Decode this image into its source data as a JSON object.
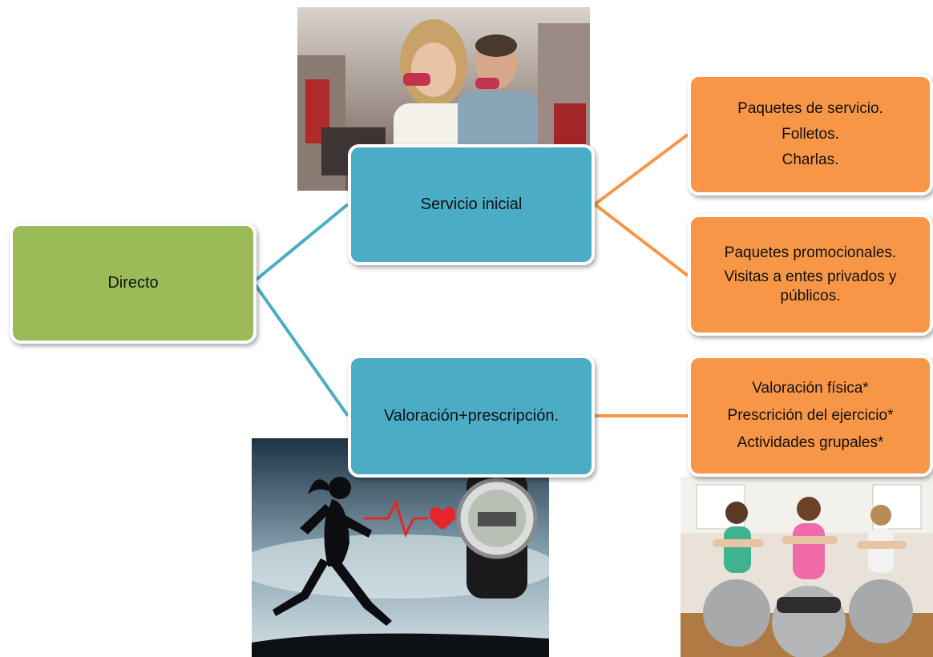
{
  "root": {
    "label": "Directo"
  },
  "level1": [
    {
      "label": "Servicio inicial"
    },
    {
      "label": "Valoración+prescripción."
    }
  ],
  "level2": {
    "box1": [
      "Paquetes de servicio.",
      "Folletos.",
      "Charlas."
    ],
    "box2": [
      "Paquetes promocionales.",
      "Visitas a entes privados y públicos."
    ],
    "box3": [
      "Valoración física*",
      "Prescrición del ejercicio*",
      "Actividades grupales*"
    ]
  },
  "colors": {
    "root": "#9bbb59",
    "level1": "#4bacc6",
    "level2": "#f79646",
    "connector_level1": "#4bacc6",
    "connector_level2": "#f79646"
  },
  "images": [
    {
      "name": "gym-trainer-photo"
    },
    {
      "name": "runner-heart-watch-photo"
    },
    {
      "name": "pregnant-exercise-ball-class-photo"
    }
  ]
}
